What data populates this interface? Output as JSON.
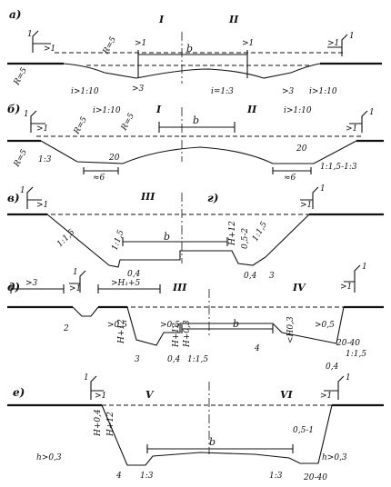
{
  "panels": [
    {
      "id": "a",
      "letter": "a)",
      "zones": [
        "I",
        "II"
      ],
      "labels": {
        "b": "b",
        "r1": "R=5",
        "r2": "R=5",
        "g1": ">1",
        "g2": ">1",
        "g3": ">1",
        "g4": ">1",
        "one1": "1",
        "one2": "1",
        "s1": "i>1:10",
        "s2": "i=1:3",
        "s3": "i>1:10",
        "d1": ">3",
        "d2": ">3"
      }
    },
    {
      "id": "b",
      "letter": "б)",
      "zones": [
        "I",
        "II"
      ],
      "labels": {
        "b": "b",
        "r1": "R=5",
        "r2": "R=5",
        "r3": "R=5",
        "s1": "i>1:10",
        "s2": "i>1:10",
        "s3": "1:3",
        "s4": "1:1,5-1:3",
        "w1": "≈6",
        "w2": "≈6",
        "n20a": "20",
        "n20b": "20",
        "g1": ">1",
        "g2": ">1",
        "one1": "1",
        "one2": "1"
      }
    },
    {
      "id": "v",
      "letter": "в)",
      "zones": [
        "III"
      ],
      "labels": {
        "b": "b",
        "s1": "1:1,5",
        "s2": "1:1,5",
        "d1": "0,4",
        "h1": "H+12",
        "g1": ">1",
        "one1": "1"
      }
    },
    {
      "id": "g",
      "letter": "г)",
      "labels": {
        "h2": "0,5-2",
        "s3": "1:1,5",
        "d2": "0,4",
        "n3": "3",
        "g2": ">1",
        "one2": "1"
      }
    },
    {
      "id": "d",
      "letter": "д)",
      "zones": [
        "III",
        "IV"
      ],
      "labels": {
        "b": "b",
        "top1": ">3",
        "top2": ">H₁+5",
        "g1": ">1",
        "g2": ">1",
        "one1": "1",
        "one2": "1",
        "n2": "2",
        "n3": "3",
        "n4": "4",
        "d05a": ">0,5",
        "d05b": ">0,5",
        "d05c": ">0,5",
        "h12a": "H+12",
        "h12b": "H+12",
        "h03a": "H+0,3",
        "h03b": "<H0,3",
        "d04a": "0,4",
        "d04b": "0,4",
        "s1": "1:1,5",
        "s2": "1:1,5",
        "r2040": "20-40"
      }
    },
    {
      "id": "e",
      "letter": "е)",
      "zones": [
        "V",
        "VI"
      ],
      "labels": {
        "b": "b",
        "g1": ">1",
        "g2": ">1",
        "one1": "1",
        "one2": "1",
        "h1": "H+0,4",
        "h2": "H+12",
        "h3": "h>0,3",
        "h4": "h>0,3",
        "s1": "1:3",
        "s2": "1:3",
        "n4": "4",
        "r2040": "20-40",
        "t051": "0,5-1"
      }
    }
  ]
}
